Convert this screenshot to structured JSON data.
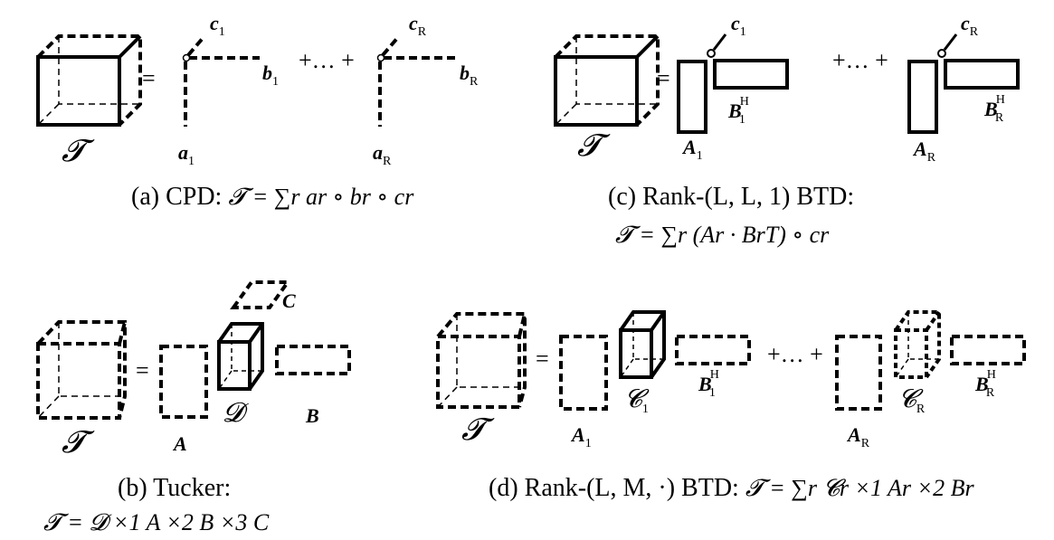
{
  "panels": {
    "a": {
      "caption": "(a) CPD: ",
      "formula": "𝓣 = ∑r ar ∘ br ∘ cr",
      "eq": "=",
      "plus": "+… +",
      "labels": {
        "T": "𝓣",
        "a1": "a",
        "b1": "b",
        "c1": "c",
        "aR": "a",
        "bR": "b",
        "cR": "c",
        "s1": "1",
        "sR": "R"
      }
    },
    "b": {
      "caption": "(b) Tucker:",
      "formula": "𝓣 = 𝓓 ×1 A ×2 B ×3 C",
      "eq": "=",
      "labels": {
        "T": "𝓣",
        "A": "A",
        "D": "𝓓",
        "B": "B",
        "C": "C"
      }
    },
    "c": {
      "caption": "(c) Rank-(L, L, 1) BTD:",
      "formula": "𝓣 = ∑r (Ar · BrT) ∘ cr",
      "eq": "=",
      "plus": "+… +",
      "labels": {
        "T": "𝓣",
        "A": "A",
        "B": "B",
        "c": "c",
        "H": "H",
        "s1": "1",
        "sR": "R"
      }
    },
    "d": {
      "caption": "(d) Rank-(L, M, ·) BTD: ",
      "formula": "𝓣 = ∑r 𝓒r ×1 Ar ×2 Br",
      "eq": "=",
      "plus": "+… +",
      "labels": {
        "T": "𝓣",
        "A": "A",
        "C": "𝓒",
        "B": "B",
        "H": "H",
        "s1": "1",
        "sR": "R"
      }
    }
  }
}
